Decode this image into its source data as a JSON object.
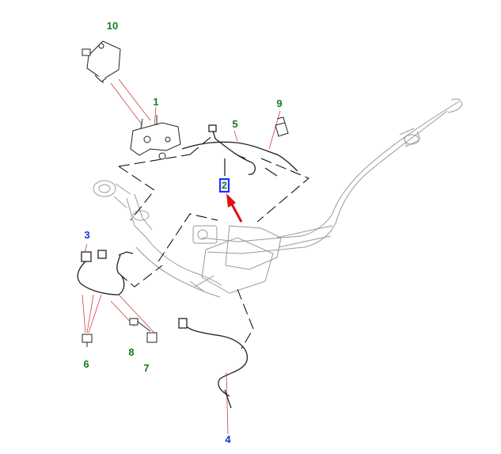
{
  "callouts": [
    {
      "id": "1",
      "label": "1",
      "color": "#1a7a1a"
    },
    {
      "id": "2",
      "label": "2",
      "color": "#1a7a1a",
      "selected": true
    },
    {
      "id": "3",
      "label": "3",
      "color": "#1b2fd6"
    },
    {
      "id": "4",
      "label": "4",
      "color": "#1b2fd6"
    },
    {
      "id": "5",
      "label": "5",
      "color": "#1a7a1a"
    },
    {
      "id": "6",
      "label": "6",
      "color": "#1a7a1a"
    },
    {
      "id": "7",
      "label": "7",
      "color": "#1a7a1a"
    },
    {
      "id": "8",
      "label": "8",
      "color": "#1a7a1a"
    },
    {
      "id": "9",
      "label": "9",
      "color": "#1a7a1a"
    },
    {
      "id": "10",
      "label": "10",
      "color": "#1a7a1a"
    }
  ],
  "colors": {
    "part_line": "#222222",
    "exhaust_line": "#9a9a9a",
    "leader_line": "#d04040",
    "dash_line": "#000000",
    "pointer_arrow": "#e01010",
    "selection_box": "#1a2cff"
  }
}
